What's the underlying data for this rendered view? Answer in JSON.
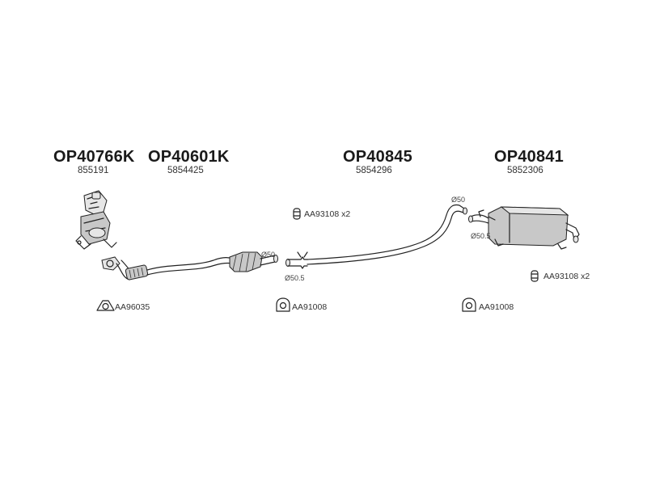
{
  "parts": [
    {
      "code": "OP40766K",
      "ref": "855191"
    },
    {
      "code": "OP40601K",
      "ref": "5854425"
    },
    {
      "code": "OP40845",
      "ref": "5854296"
    },
    {
      "code": "OP40841",
      "ref": "5852306"
    }
  ],
  "accessories": {
    "clamp_mid": "AA93108 x2",
    "clamp_right": "AA93108 x2",
    "gasket_left": "AA96035",
    "hanger_mid": "AA91008",
    "hanger_right": "AA91008"
  },
  "dimensions": {
    "d_cat_outlet": "Ø50",
    "d_pipe_inlet": "Ø50.5",
    "d_pipe_outlet": "Ø50",
    "d_muffler_inlet": "Ø50.5"
  }
}
